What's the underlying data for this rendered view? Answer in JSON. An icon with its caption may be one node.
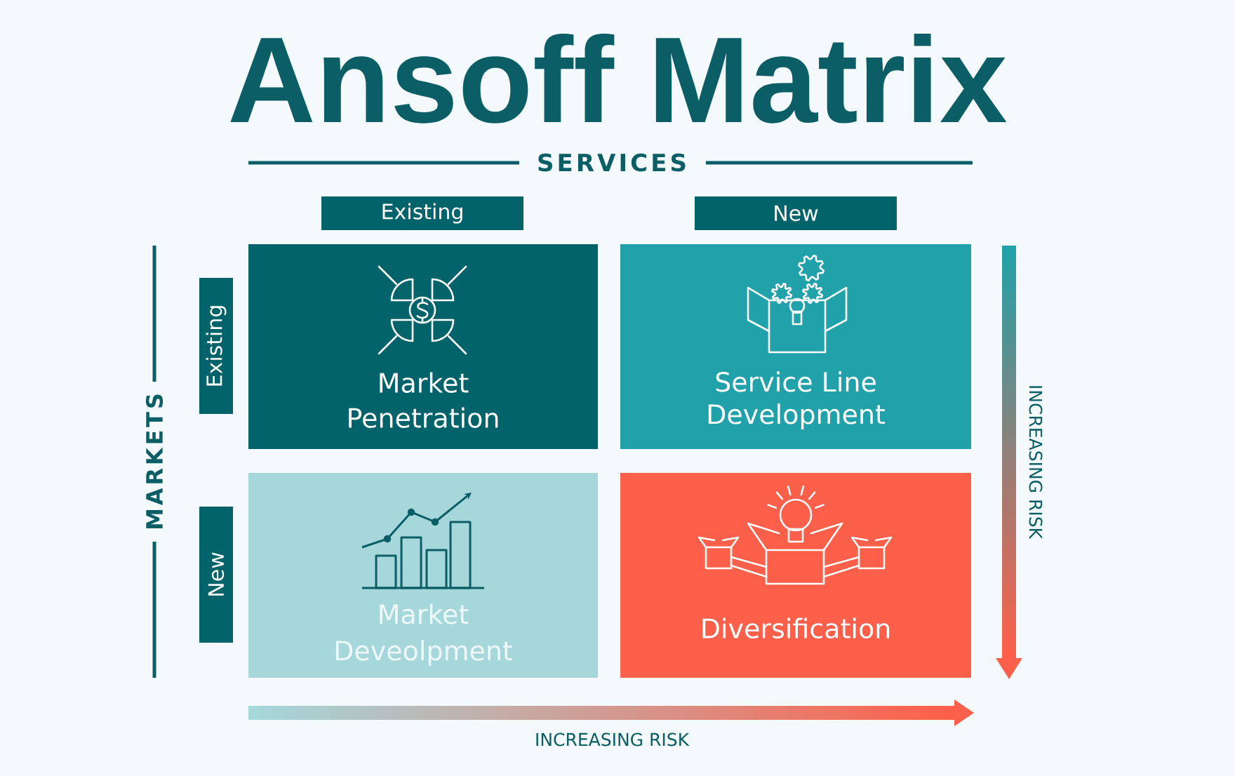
{
  "diagram": {
    "title": "Ansoff Matrix",
    "nodes": [
      {
        "text": [
          "Existing"
        ]
      },
      {
        "text": [
          "New"
        ]
      },
      {
        "text": [
          "Existing"
        ]
      },
      {
        "text": [
          "Market Penetration"
        ]
      },
      {
        "text": [
          "Service Line Development"
        ]
      },
      {
        "text": [
          "New"
        ]
      },
      {
        "text": [
          "Market Deveolpment"
        ]
      },
      {
        "text": [
          "Diversification"
        ]
      }
    ],
    "labels": [
      "SERVICES",
      "MARKETS",
      "INCREASING RISK",
      "INCREASING RISK"
    ]
  }
}
